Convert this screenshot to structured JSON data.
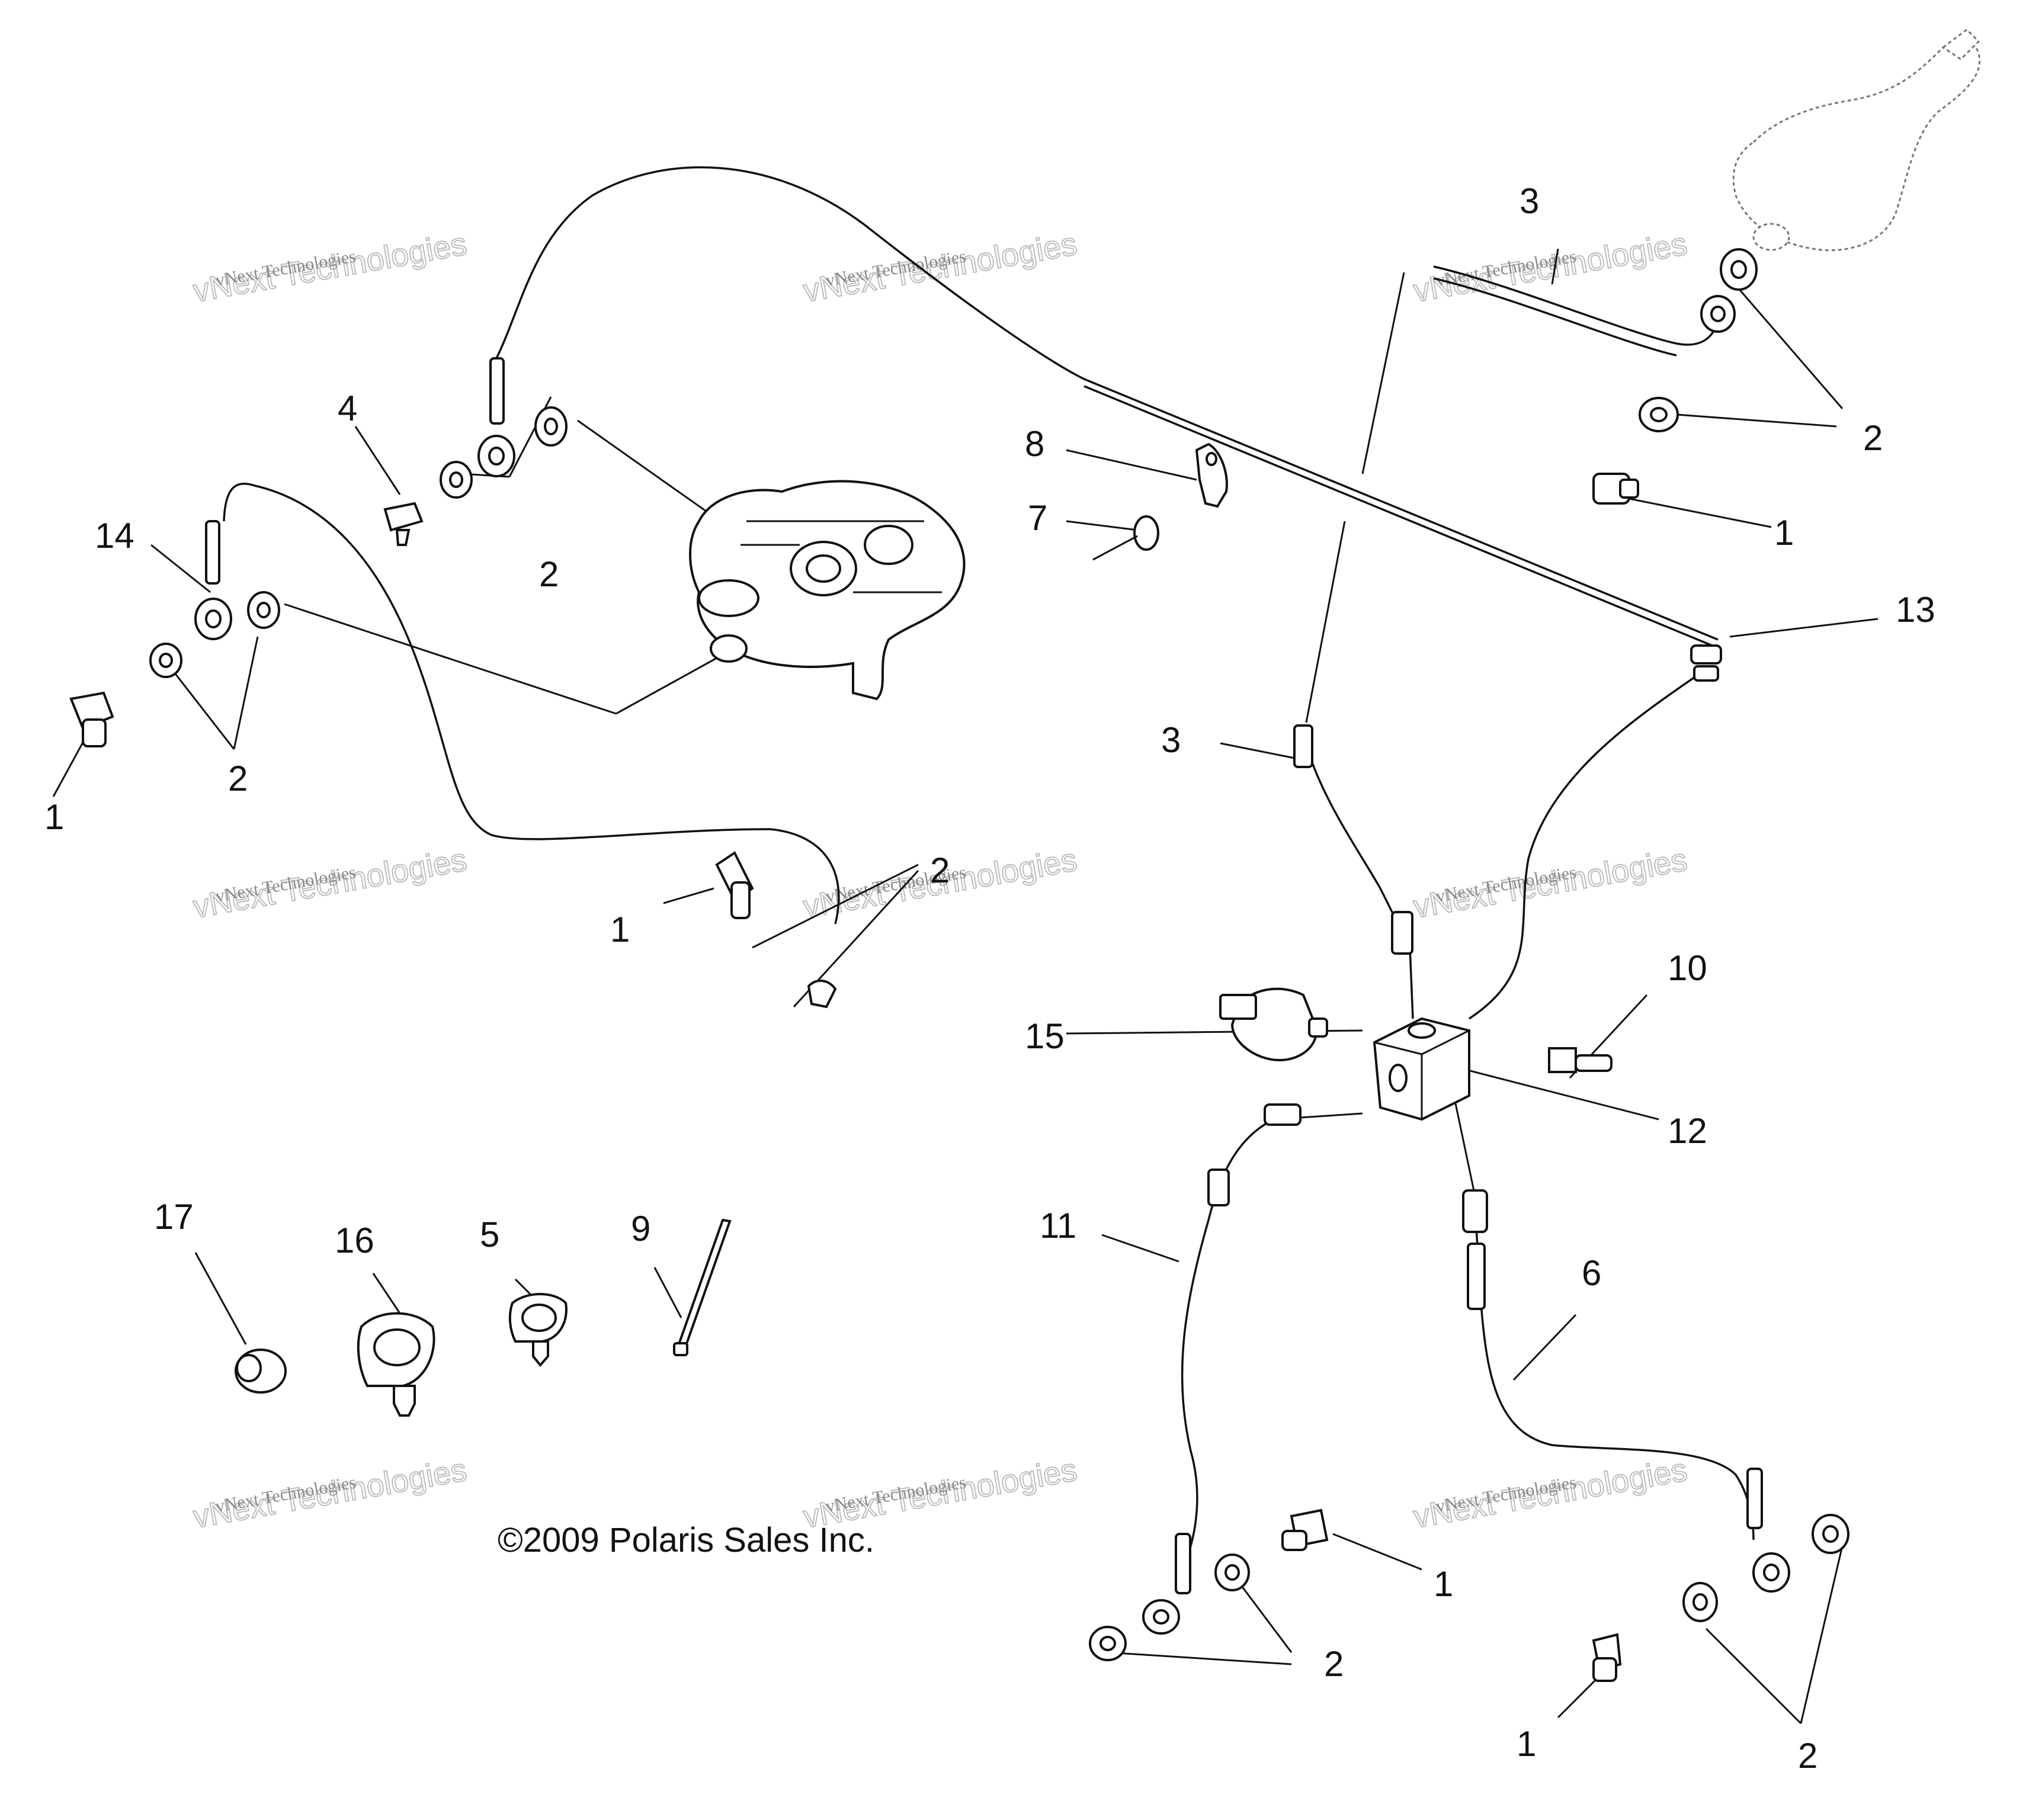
{
  "callouts": [
    {
      "id": "c3a",
      "text": "3"
    },
    {
      "id": "c2a",
      "text": "2"
    },
    {
      "id": "c1a",
      "text": "1"
    },
    {
      "id": "c8",
      "text": "8"
    },
    {
      "id": "c7",
      "text": "7"
    },
    {
      "id": "c13",
      "text": "13"
    },
    {
      "id": "c4",
      "text": "4"
    },
    {
      "id": "c2b",
      "text": "2"
    },
    {
      "id": "c14",
      "text": "14"
    },
    {
      "id": "c2c",
      "text": "2"
    },
    {
      "id": "c1b",
      "text": "1"
    },
    {
      "id": "c3b",
      "text": "3"
    },
    {
      "id": "c2d",
      "text": "2"
    },
    {
      "id": "c1c",
      "text": "1"
    },
    {
      "id": "c10",
      "text": "10"
    },
    {
      "id": "c15",
      "text": "15"
    },
    {
      "id": "c12",
      "text": "12"
    },
    {
      "id": "c11",
      "text": "11"
    },
    {
      "id": "c6",
      "text": "6"
    },
    {
      "id": "c17",
      "text": "17"
    },
    {
      "id": "c16",
      "text": "16"
    },
    {
      "id": "c5",
      "text": "5"
    },
    {
      "id": "c9",
      "text": "9"
    },
    {
      "id": "c1d",
      "text": "1"
    },
    {
      "id": "c2e",
      "text": "2"
    },
    {
      "id": "c1e",
      "text": "1"
    },
    {
      "id": "c2f",
      "text": "2"
    }
  ],
  "copyright": "©2009 Polaris Sales Inc.",
  "watermark": {
    "line1": "vNext Technologies",
    "line2": "vNext Technologies"
  }
}
